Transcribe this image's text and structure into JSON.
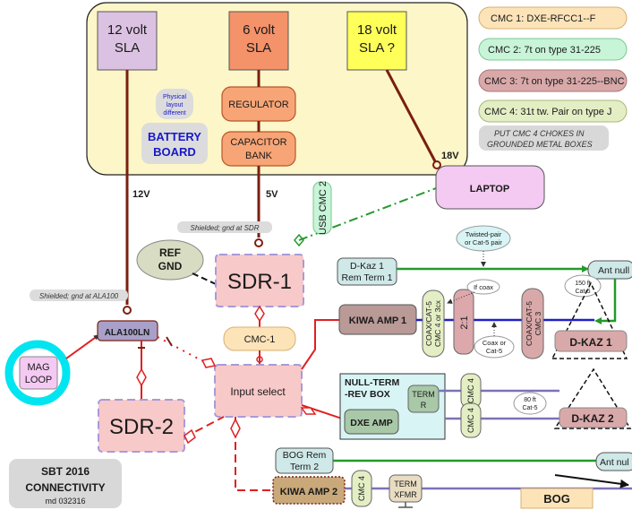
{
  "battery_board": {
    "label_line1": "BATTERY",
    "label_line2": "BOARD",
    "note_line1": "Physical",
    "note_line2": "layout",
    "note_line3": "different"
  },
  "batteries": {
    "b12_line1": "12 volt",
    "b12_line2": "SLA",
    "b6_line1": "6 volt",
    "b6_line2": "SLA",
    "b18_line1": "18 volt",
    "b18_line2": "SLA ?"
  },
  "regulator": "REGULATOR",
  "capacitor_line1": "CAPACITOR",
  "capacitor_line2": "BANK",
  "legend": {
    "cmc1": "CMC 1:  DXE-RFCC1--F",
    "cmc2": "CMC 2:  7t on type 31-225",
    "cmc3": "CMC 3: 7t on type 31-225--BNC",
    "cmc4": "CMC 4: 31t tw. Pair on type J",
    "note_line1": "PUT CMC 4 CHOKES IN",
    "note_line2": "GROUNDED METAL BOXES"
  },
  "volts": {
    "v12": "12V",
    "v5": "5V",
    "v18": "18V"
  },
  "laptop": "LAPTOP",
  "usb_cmc2": "USB CMC 2",
  "shielded_sdr": "Shielded; gnd at SDR",
  "shielded_ala": "Shielded; gnd at ALA100",
  "ref_gnd_line1": "REF",
  "ref_gnd_line2": "GND",
  "sdr1": "SDR-1",
  "sdr2": "SDR-2",
  "cmc1_box": "CMC-1",
  "input_select": "Input select",
  "ala100": "ALA100LN",
  "mag_loop_line1": "MAG",
  "mag_loop_line2": "LOOP",
  "dkaz_rem_line1": "D-Kaz 1",
  "dkaz_rem_line2": "Rem Term 1",
  "twisted_pair_line1": "Twisted-pair",
  "twisted_pair_line2": "or Cat-5 pair",
  "ant_null_1": "Ant null",
  "ant_null_2": "Ant nul",
  "cable_150_line1": "150 ft",
  "cable_150_line2": "Cat-5",
  "cable_80_line1": "80 ft",
  "cable_80_line2": "Cat-5",
  "if_coax": "If coax",
  "coax_cat5_4_line1": "COAX/CAT-5",
  "coax_cat5_4_line2": "CMC 4 or 3cx",
  "transformer": "2:1",
  "coax_cat5_3_line1": "COAX/CAT-5",
  "coax_cat5_3_line2": "CMC 3",
  "coax_or_cat5_line1": "Coax or",
  "coax_or_cat5_line2": "Cat-5",
  "dkaz1": "D-KAZ 1",
  "dkaz2": "D-KAZ 2",
  "kiwa1": "KIWA AMP 1",
  "kiwa2": "KIWA AMP 2",
  "null_term_line1": "NULL-TERM",
  "null_term_line2": "-REV BOX",
  "term_r_line1": "TERM",
  "term_r_line2": "R",
  "dxe_amp": "DXE AMP",
  "cmc4": "CMC 4",
  "bog_rem_line1": "BOG Rem",
  "bog_rem_line2": "Term 2",
  "term_xfmr_line1": "TERM",
  "term_xfmr_line2": "XFMR",
  "bog": "BOG",
  "sbt_line1": "SBT 2016",
  "sbt_line2": "CONNECTIVITY",
  "sbt_line3": "md 032316",
  "colors": {
    "battery_board": "#fdf6c8",
    "battery_12": "#dcc2e2",
    "battery_6": "#f4926a",
    "battery_18": "#ffff5a",
    "sdr": "#f8c9c9",
    "kiwa": "#b99a96",
    "kiwa2": "#c9a87a",
    "null_box": "#d8f4f4",
    "laptop": "#f4c9f2",
    "mag_ring": "#00e5f0",
    "dark_red_wire": "#7a1f12",
    "red_wire": "#e02020",
    "green_wire": "#239a2a",
    "blue_wire": "#2020c8",
    "purple_wire": "#7c72b8"
  }
}
